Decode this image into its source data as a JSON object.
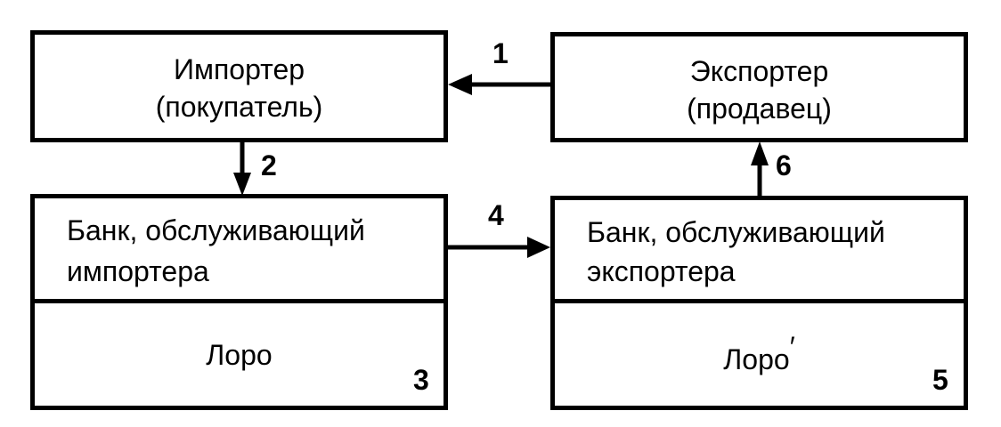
{
  "importer": {
    "line1": "Импортер",
    "line2": "(покупатель)"
  },
  "exporter": {
    "line1": "Экспортер",
    "line2": "(продавец)"
  },
  "bank_importer": {
    "line1": "Банк, обслуживающий",
    "line2": "импортера",
    "lower": "Лоро",
    "number": "3"
  },
  "bank_exporter": {
    "line1": "Банк, обслуживающий",
    "line2": "экспортера",
    "lower": "Лоро",
    "lower_mark": "′",
    "number": "5"
  },
  "arrows": {
    "a1": "1",
    "a2": "2",
    "a4": "4",
    "a6": "6"
  }
}
